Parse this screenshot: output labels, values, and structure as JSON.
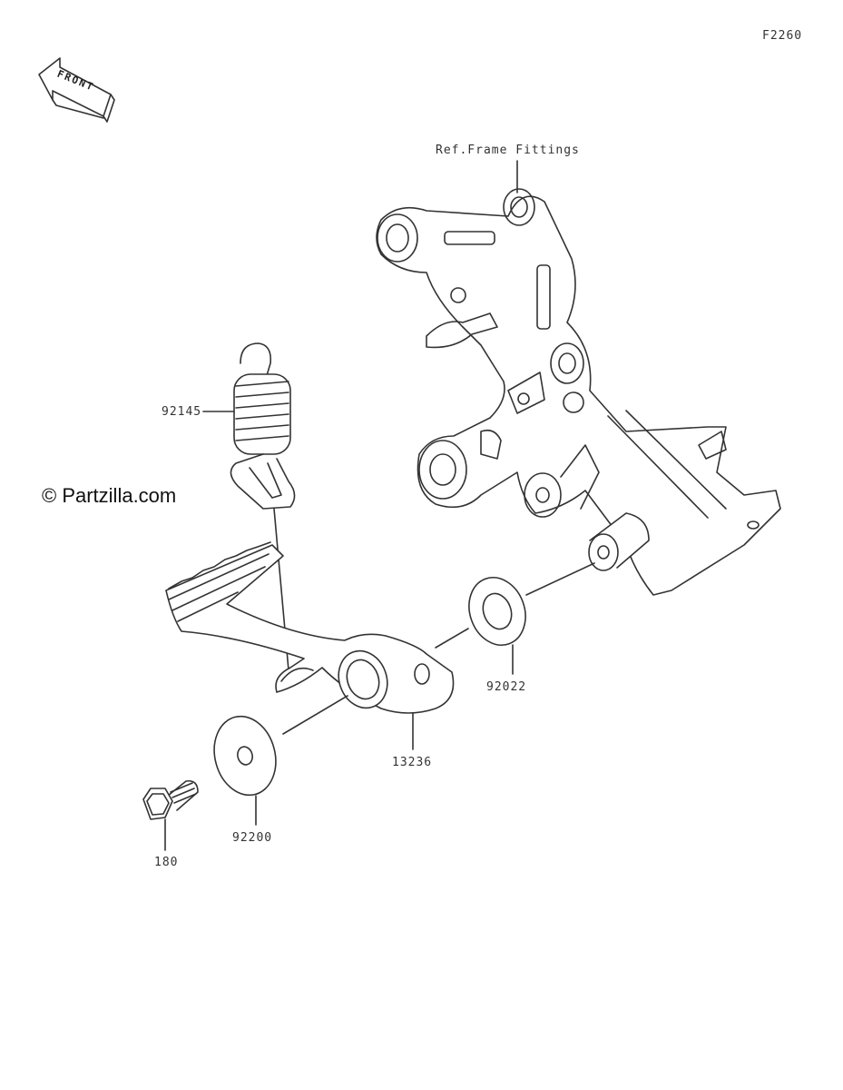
{
  "diagram_code": "F2260",
  "front_label": "FRONT",
  "reference_label": "Ref.Frame Fittings",
  "watermark": "© Partzilla.com",
  "parts": [
    {
      "number": "92145",
      "name": "spring"
    },
    {
      "number": "92022",
      "name": "washer"
    },
    {
      "number": "13236",
      "name": "brake-pedal"
    },
    {
      "number": "92200",
      "name": "washer"
    },
    {
      "number": "180",
      "name": "bolt"
    }
  ],
  "colors": {
    "line": "#333333",
    "background": "#ffffff"
  }
}
